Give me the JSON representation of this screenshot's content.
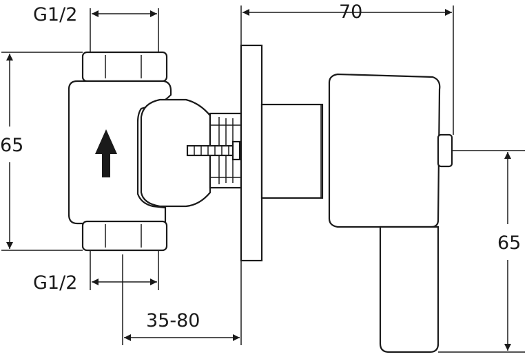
{
  "dimensions": {
    "inlet_thread_top": "G1/2",
    "inlet_thread_bottom": "G1/2",
    "valve_body_height": "65",
    "overall_depth": "70",
    "wall_depth_range": "35-80",
    "handle_height": "65"
  },
  "colors": {
    "line": "#1a1a1a",
    "background": "#ffffff"
  }
}
